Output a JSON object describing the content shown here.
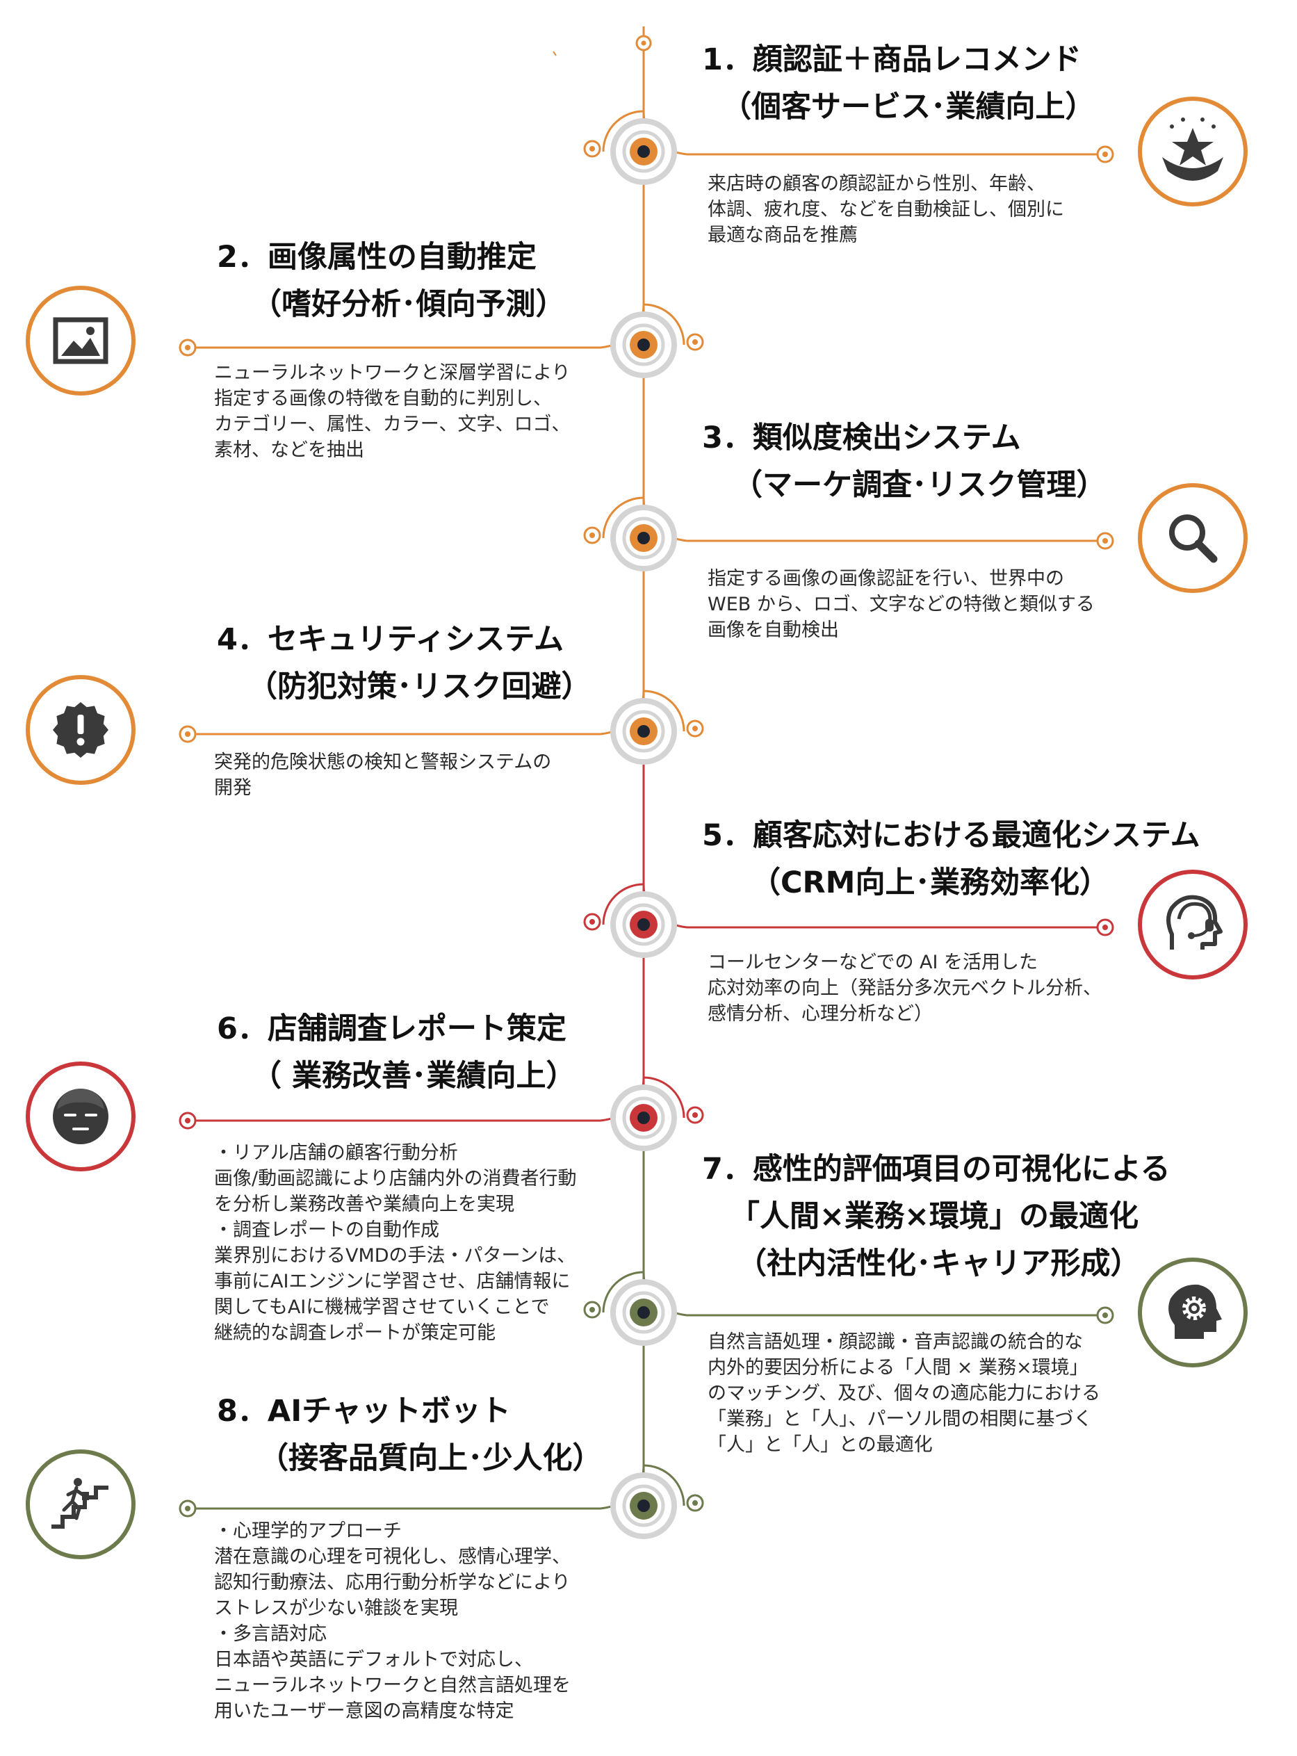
{
  "colors": {
    "orange": "#e38a37",
    "red": "#c9373a",
    "olive": "#6c7a4c",
    "gray": "#d4d4d4",
    "dark": "#1d2430",
    "icon": "#3a3a3a"
  },
  "items": [
    {
      "title": [
        "1．顔認証＋商品レコメンド",
        "（個客サービス･業績向上）"
      ],
      "body": [
        "来店時の顧客の顔認証から性別、年齢、",
        "体調、疲れ度、などを自動検証し、個別に",
        "最適な商品を推薦"
      ],
      "icon": "star-badge-icon"
    },
    {
      "title": [
        "2．画像属性の自動推定",
        "（嗜好分析･傾向予測）"
      ],
      "body": [
        "ニューラルネットワークと深層学習により",
        "指定する画像の特徴を自動的に判別し、",
        "カテゴリー、属性、カラー、文字、ロゴ、",
        "素材、などを抽出"
      ],
      "icon": "image-icon"
    },
    {
      "title": [
        "3．類似度検出システム",
        "（マーケ調査･リスク管理）"
      ],
      "body": [
        "指定する画像の画像認証を行い、世界中の",
        "WEB から、ロゴ、文字などの特徴と類似する",
        "画像を自動検出"
      ],
      "icon": "magnifier-icon"
    },
    {
      "title": [
        "4．セキュリティシステム",
        "（防犯対策･リスク回避）"
      ],
      "body": [
        "突発的危険状態の検知と警報システムの",
        "開発"
      ],
      "icon": "alert-icon"
    },
    {
      "title": [
        "5．顧客応対における最適化システム",
        "（CRM向上･業務効率化）"
      ],
      "body": [
        "コールセンターなどでの AI を活用した",
        "応対効率の向上（発話分多次元ベクトル分析、",
        "感情分析、心理分析など）"
      ],
      "icon": "headset-icon"
    },
    {
      "title": [
        "6．店舗調査レポート策定",
        "（ 業務改善･業績向上）"
      ],
      "body": [
        "・リアル店舗の顧客行動分析",
        "画像/動画認識により店舗内外の消費者行動",
        "を分析し業務改善や業績向上を実現",
        "・調査レポートの自動作成",
        "業界別におけるVMDの手法・パターンは、",
        "事前にAIエンジンに学習させ、店舗情報に",
        "関してもAIに機械学習させていくことで",
        "継続的な調査レポートが策定可能"
      ],
      "icon": "face-icon"
    },
    {
      "title": [
        "7．感性的評価項目の可視化による",
        "「人間×業務×環境」の最適化",
        "（社内活性化･キャリア形成）"
      ],
      "body": [
        "自然言語処理・顔認識・音声認識の統合的な",
        "内外的要因分析による「人間 × 業務×環境」",
        "のマッチング、及び、個々の適応能力における",
        "「業務」と「人」、パーソル間の相関に基づく",
        "「人」と「人」との最適化"
      ],
      "icon": "head-gear-icon"
    },
    {
      "title": [
        "8．AIチャットボット",
        "（接客品質向上･少人化）"
      ],
      "body": [
        "・心理学的アプローチ",
        "潜在意識の心理を可視化し、感情心理学、",
        "認知行動療法、応用行動分析学などにより",
        "ストレスが少ない雑談を実現",
        "・多言語対応",
        "日本語や英語にデフォルトで対応し、",
        "ニューラルネットワークと自然言語処理を",
        "用いたユーザー意図の高精度な特定"
      ],
      "icon": "stairs-runner-icon"
    }
  ]
}
